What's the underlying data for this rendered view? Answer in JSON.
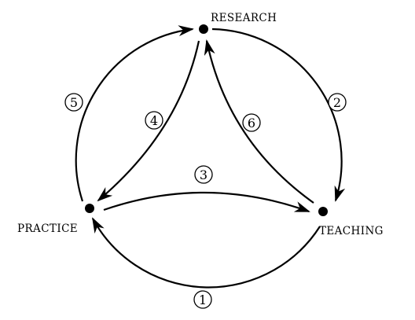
{
  "nodes": {
    "research": {
      "label": "RESEARCH"
    },
    "teaching": {
      "label": "TEACHING"
    },
    "practice": {
      "label": "PRACTICE"
    }
  },
  "edges": [
    {
      "id": "e1",
      "label": "1",
      "from": "teaching",
      "to": "practice"
    },
    {
      "id": "e2",
      "label": "2",
      "from": "research",
      "to": "teaching"
    },
    {
      "id": "e3",
      "label": "3",
      "from": "practice",
      "to": "teaching"
    },
    {
      "id": "e4",
      "label": "4",
      "from": "research",
      "to": "practice"
    },
    {
      "id": "e5",
      "label": "5",
      "from": "practice",
      "to": "research"
    },
    {
      "id": "e6",
      "label": "6",
      "from": "teaching",
      "to": "research"
    }
  ]
}
